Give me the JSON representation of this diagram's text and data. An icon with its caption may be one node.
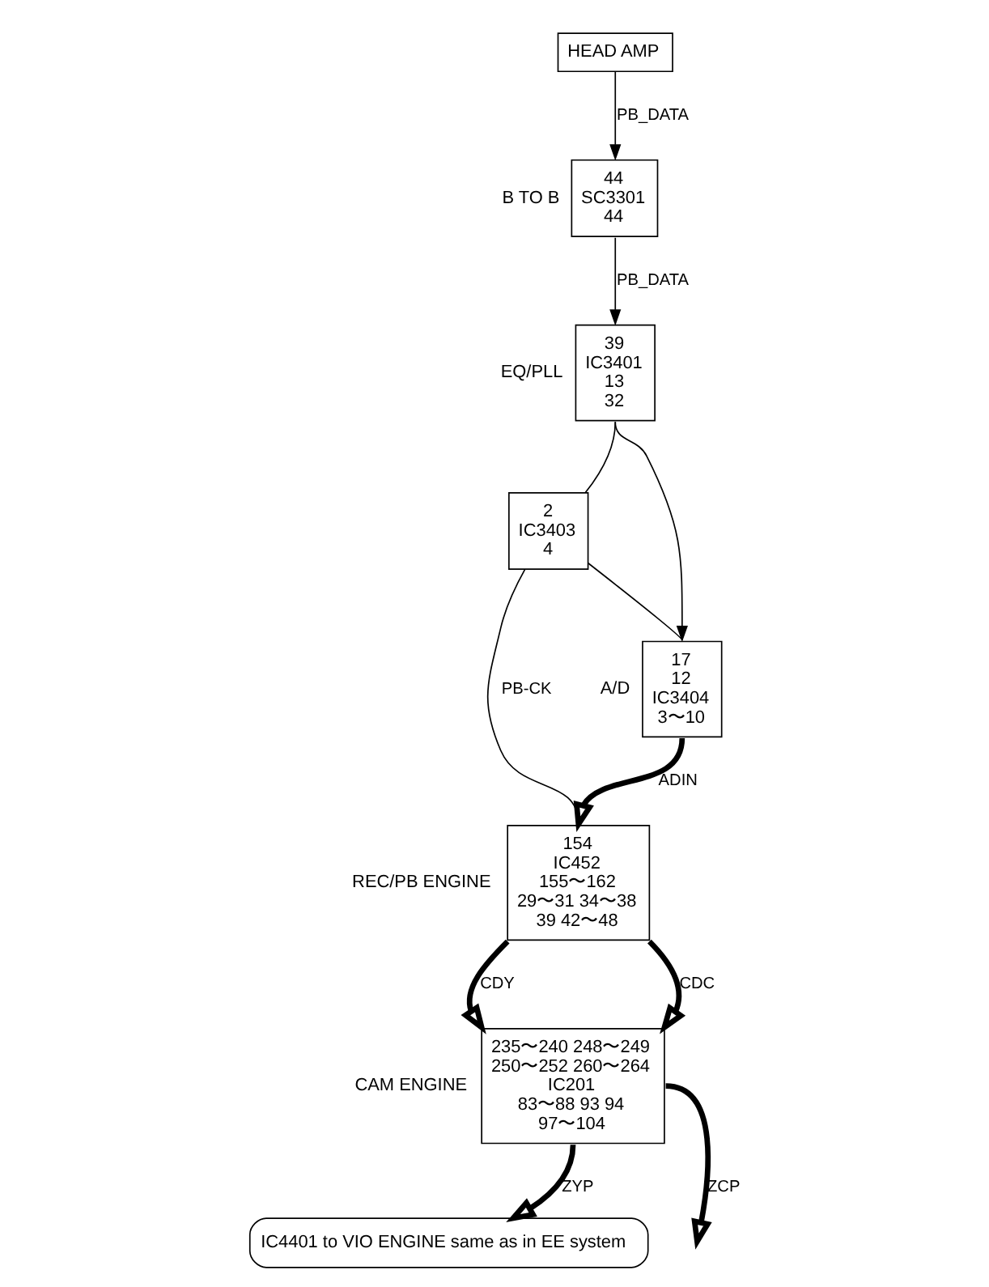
{
  "diagram": {
    "nodes": [
      {
        "text": [
          "HEAD AMP"
        ]
      },
      {
        "text": [
          "44",
          "SC3301",
          "44"
        ],
        "beside": [
          "B TO B"
        ]
      },
      {
        "text": [
          "39",
          "IC3401",
          "13",
          "32"
        ],
        "beside": [
          "EQ/PLL"
        ]
      },
      {
        "text": [
          "2",
          "IC3403",
          "4"
        ]
      },
      {
        "text": [
          "17",
          "12",
          "IC3404",
          "3〜10"
        ],
        "beside": [
          "A/D"
        ]
      },
      {
        "text": [
          "154",
          "IC452",
          "155〜162",
          "29〜31 34〜38",
          "39 42〜48"
        ],
        "beside": [
          "REC/PB ENGINE"
        ]
      },
      {
        "text": [
          "235〜240 248〜249",
          "250〜252 260〜264",
          "IC201",
          "83〜88 93 94",
          "97〜104"
        ],
        "beside": [
          "CAM ENGINE"
        ]
      },
      {
        "text": [
          "IC4401 to VIO ENGINE same as in EE system"
        ]
      }
    ],
    "edges": [
      {
        "from": 0,
        "to": 1,
        "arrow": "to",
        "label": "PB_DATA"
      },
      {
        "from": 1,
        "to": 2,
        "arrow": "to",
        "label": "PB_DATA"
      },
      {
        "from": 2,
        "to": 3,
        "arrow": "none"
      },
      {
        "from": 2,
        "to": 4,
        "arrow": "to"
      },
      {
        "from": 3,
        "to": 4,
        "arrow": "none"
      },
      {
        "from": 3,
        "to": 5,
        "arrow": "none",
        "label": "PB-CK"
      },
      {
        "from": 4,
        "to": 5,
        "arrow": "to",
        "label": "ADIN",
        "style": "thick"
      },
      {
        "from": 5,
        "to": 6,
        "arrow": "to",
        "label": "CDY",
        "style": "thick"
      },
      {
        "from": 5,
        "to": 6,
        "arrow": "to",
        "label": "CDC",
        "style": "thick"
      },
      {
        "from": 6,
        "to": 7,
        "arrow": "to",
        "label": "ZYP",
        "style": "thick"
      },
      {
        "from": 6,
        "to": null,
        "arrow": "to",
        "label": "ZCP",
        "style": "thick"
      }
    ]
  }
}
